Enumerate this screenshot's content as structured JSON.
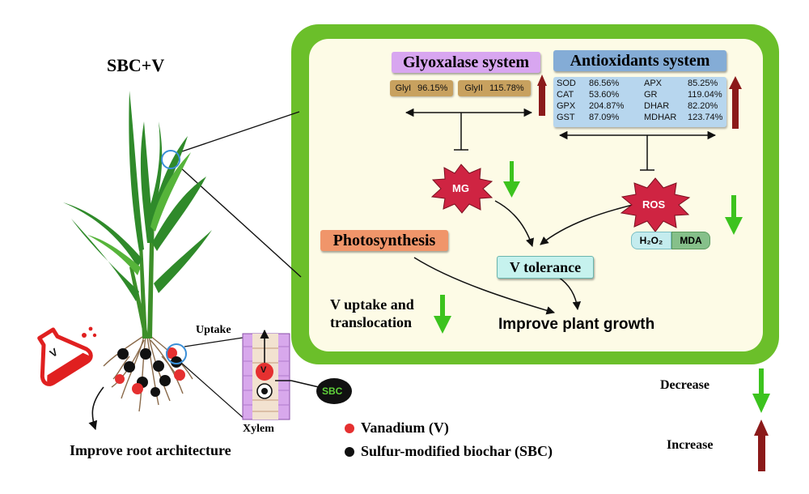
{
  "left_panel": {
    "title": "SBC+V",
    "uptake_label": "Uptake",
    "xylem_label": "Xylem",
    "v_marker": "V",
    "flask_marker": "V",
    "sbc_badge": "SBC",
    "root_outcome": "Improve root architecture"
  },
  "legend": {
    "vanadium": "Vanadium (V)",
    "biochar": "Sulfur-modified biochar (SBC)",
    "decrease": "Decrease",
    "increase": "Increase",
    "vanadium_color": "#e53030",
    "biochar_color": "#111111",
    "decrease_color": "#3cc31e",
    "increase_color": "#8b1a1a"
  },
  "cell": {
    "wall_color": "#6bbf2a",
    "cytoplasm_color": "#fdfbe6",
    "glyoxalase": {
      "title": "Glyoxalase system",
      "bg": "#d8a6f0",
      "items": [
        {
          "name": "GlyI",
          "value": "96.15%"
        },
        {
          "name": "GlyII",
          "value": "115.78%"
        }
      ]
    },
    "antioxidants": {
      "title": "Antioxidants system",
      "bg": "#84acd6",
      "items": [
        {
          "name": "SOD",
          "value": "86.56%"
        },
        {
          "name": "APX",
          "value": "85.25%"
        },
        {
          "name": "CAT",
          "value": "53.60%"
        },
        {
          "name": "GR",
          "value": "119.04%"
        },
        {
          "name": "GPX",
          "value": "204.87%"
        },
        {
          "name": "DHAR",
          "value": "82.20%"
        },
        {
          "name": "GST",
          "value": "87.09%"
        },
        {
          "name": "MDHAR",
          "value": "123.74%"
        }
      ]
    },
    "mg": "MG",
    "ros": "ROS",
    "h2o2": "H₂O₂",
    "mda": "MDA",
    "photosynthesis": "Photosynthesis",
    "v_tolerance": "V tolerance",
    "v_uptake_line1": "V uptake and",
    "v_uptake_line2": "translocation",
    "plant_growth": "Improve plant growth"
  }
}
